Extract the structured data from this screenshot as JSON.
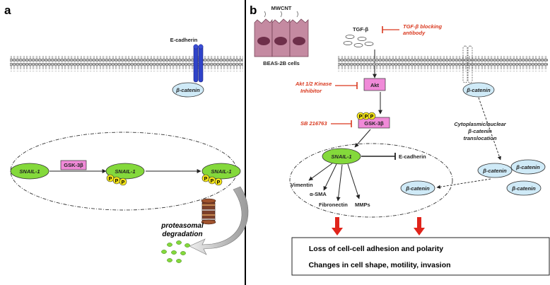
{
  "panel_a": {
    "letter": "a",
    "ecadherin": "E-cadherin",
    "beta_catenin": "β-catenin",
    "snail_left": "SNAIL-1",
    "gsk": "GSK-3β",
    "snail_mid": "SNAIL-1",
    "snail_right": "SNAIL-1",
    "p": "P",
    "degradation_line1": "proteasomal",
    "degradation_line2": "degradation"
  },
  "panel_b": {
    "letter": "b",
    "mwcnt": "MWCNT",
    "beas": "BEAS-2B cells",
    "tgfb": "TGF-β",
    "tgfb_block_line1": "TGF-β blocking",
    "tgfb_block_line2": "antibody",
    "akt_inhib_line1": "Akt 1/2 Kinase",
    "akt_inhib_line2": "Inhibitor",
    "akt": "Akt",
    "sb": "SB 216763",
    "gsk": "GSK-3β",
    "p": "P",
    "snail": "SNAIL-1",
    "ecadherin": "E-cadherin",
    "vimentin": "Vimentin",
    "asma": "α-SMA",
    "fibronectin": "Fibronectin",
    "mmps": "MMPs",
    "beta_catenin": "β-catenin",
    "translocation_line1": "Cytoplasmic/nuclear",
    "translocation_line2": "β-catenin",
    "translocation_line3": "translocation",
    "outcome_line1": "Loss of cell-cell adhesion and polarity",
    "outcome_line2": "Changes in cell shape, motility, invasion"
  },
  "colors": {
    "snail_green": "#84d93b",
    "gsk_pink": "#f08ad8",
    "catenin_blue": "#cfeaf7",
    "ecad_blue": "#2f43c9",
    "p_yellow": "#f5e617",
    "inhibitor_red": "#d9381e",
    "arrow_red": "#e0241b"
  }
}
